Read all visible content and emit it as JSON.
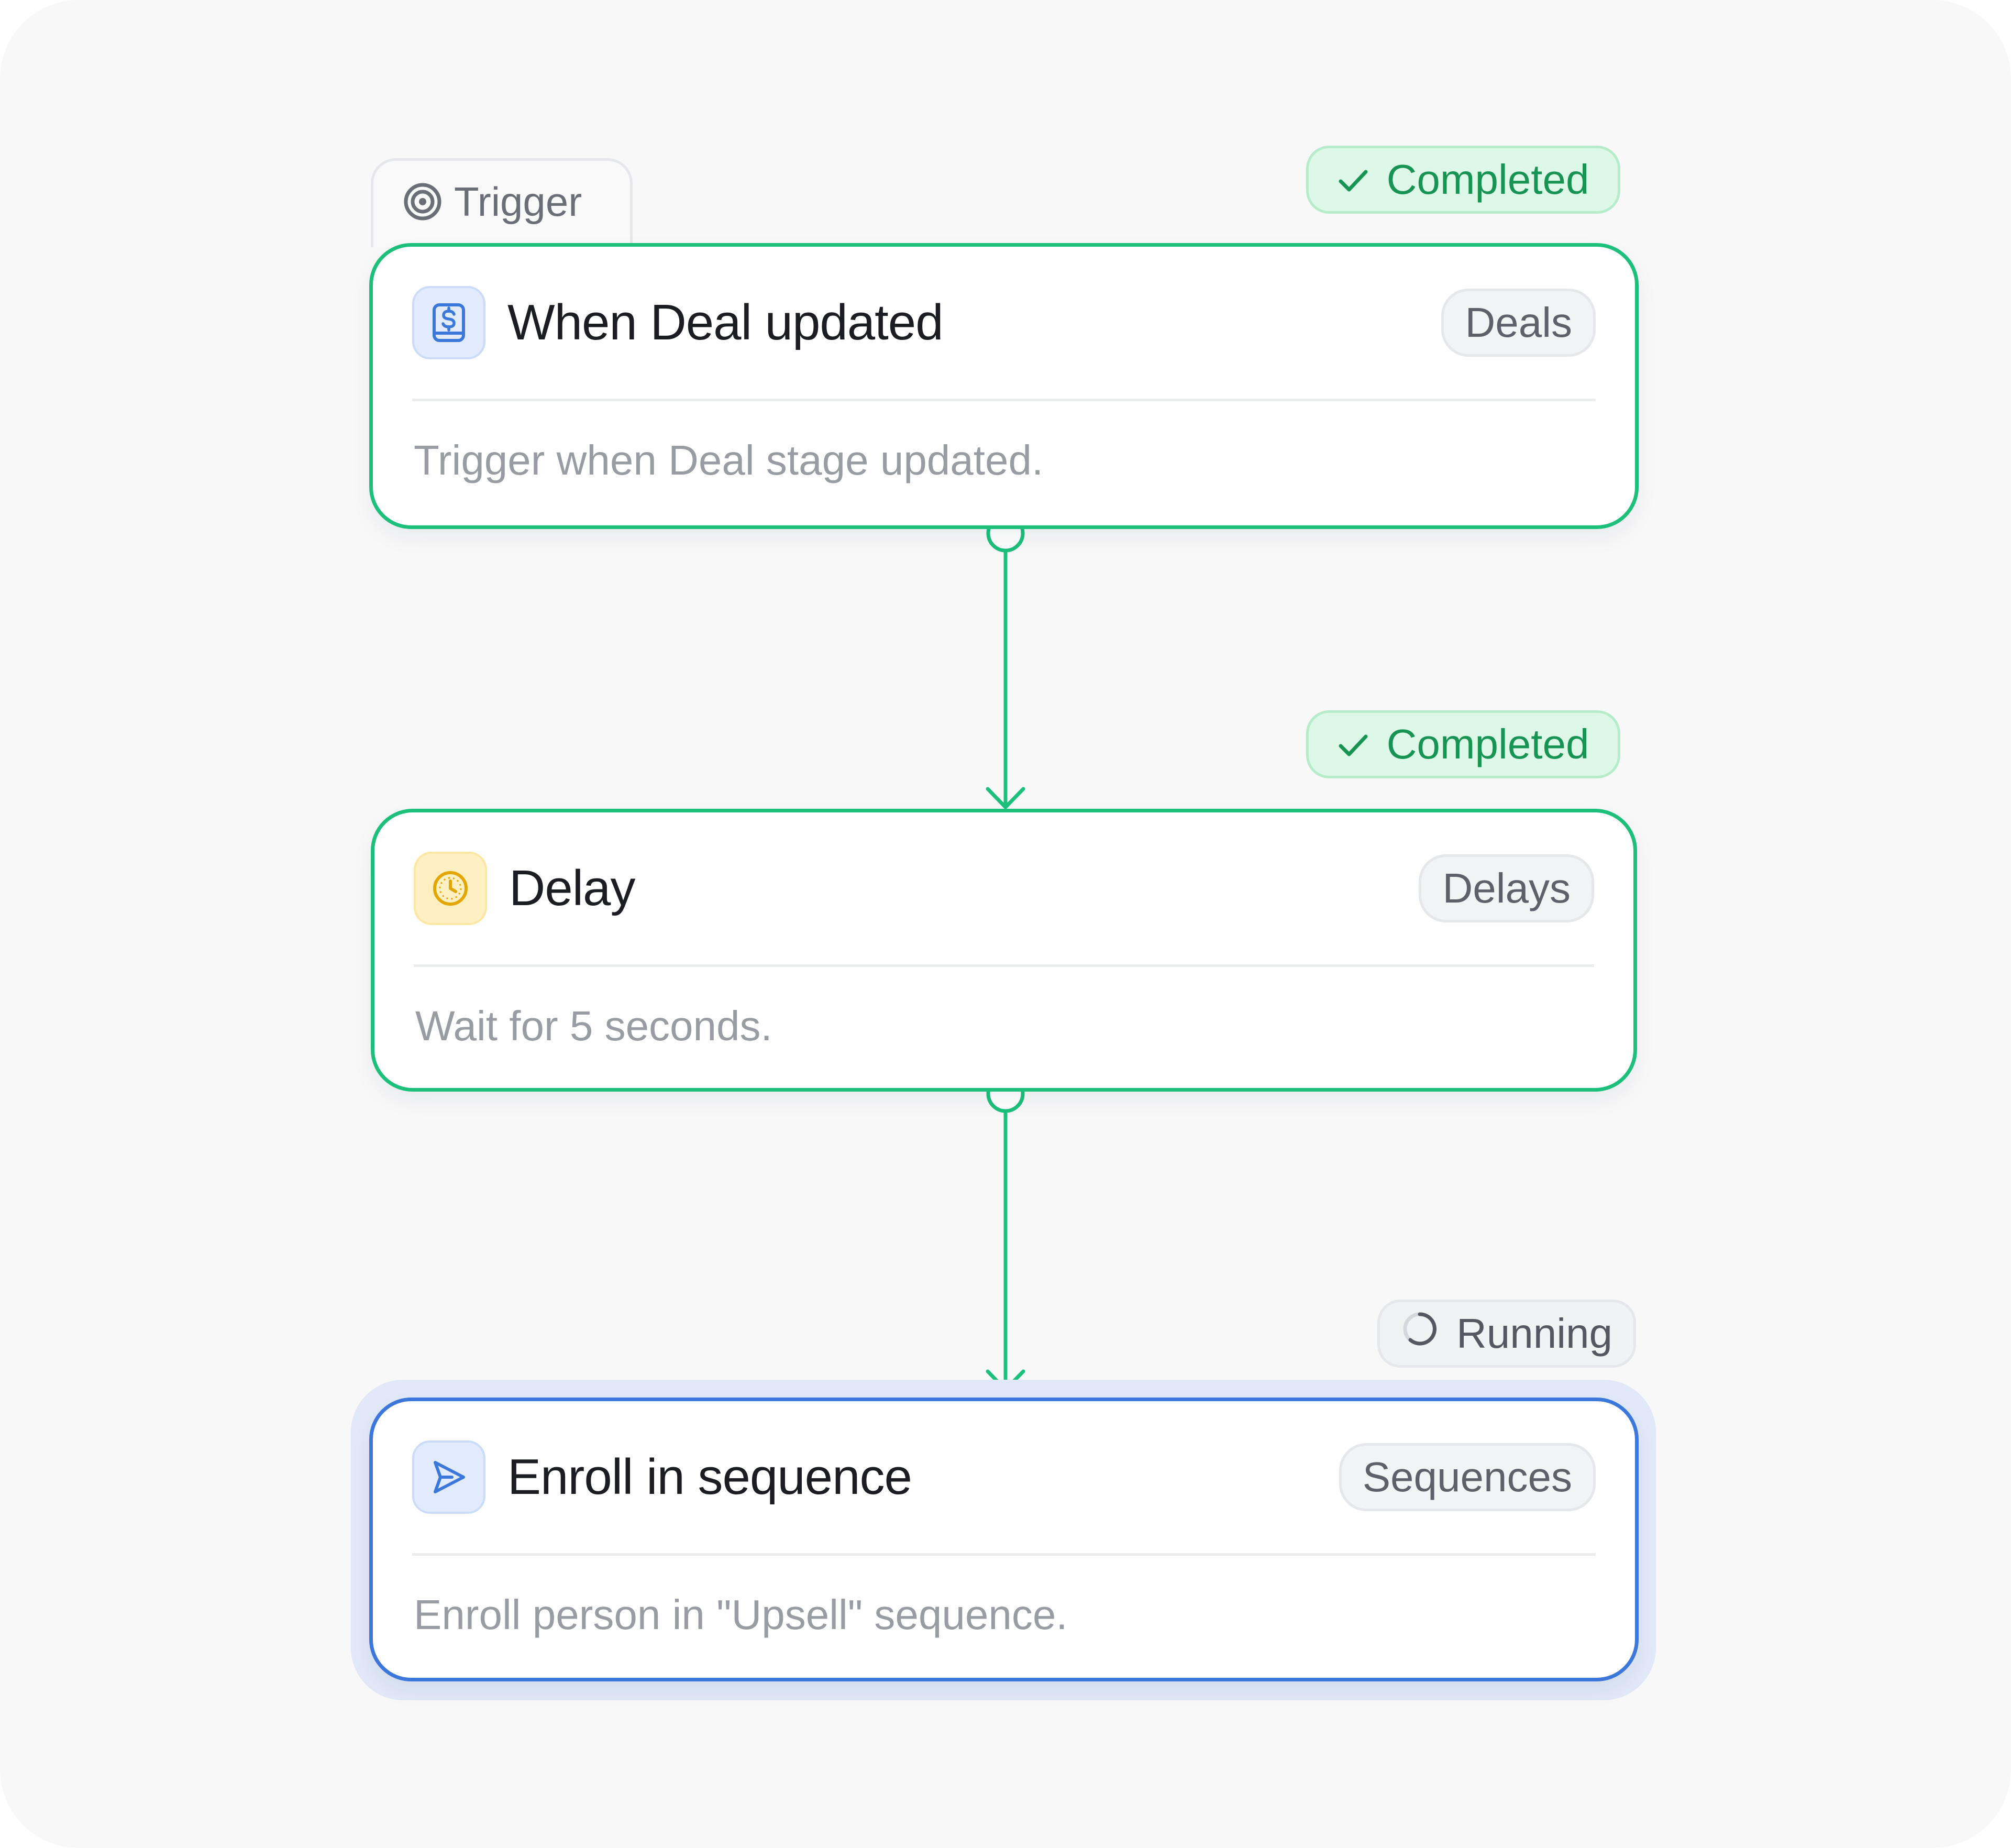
{
  "trigger_tab": {
    "label": "Trigger",
    "icon": "target-icon"
  },
  "nodes": [
    {
      "title": "When Deal updated",
      "tag": "Deals",
      "description": "Trigger when Deal stage updated.",
      "icon": "deal-dollar-icon",
      "status": "Completed"
    },
    {
      "title": "Delay",
      "tag": "Delays",
      "description": "Wait for 5 seconds.",
      "icon": "clock-icon",
      "status": "Completed"
    },
    {
      "title": "Enroll in sequence",
      "tag": "Sequences",
      "description": "Enroll person in \"Upsell\" sequence.",
      "icon": "send-icon",
      "status": "Running"
    }
  ],
  "colors": {
    "completed": "#1cc07a",
    "completed_text": "#179454",
    "active": "#3c78dc",
    "running_text": "#555861"
  }
}
